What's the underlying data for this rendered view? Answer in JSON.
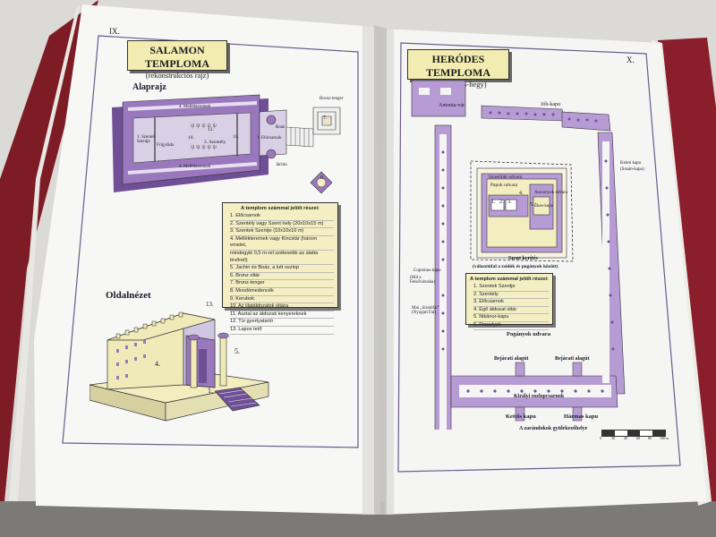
{
  "left_page": {
    "page_number": "IX.",
    "title": "SALAMON TEMPLOMA",
    "subtitle": "(rekonstrukciós rajz)",
    "floor_plan_heading": "Alaprajz",
    "side_view_heading": "Oldalnézet",
    "plan_labels": {
      "side_rooms_top": "4. Mellékteremek",
      "side_rooms_bottom": "4. Mellékteremek",
      "holy_place": "2. Szentély",
      "holy_of_holies": "1. Szentek Szentje",
      "ark": "Frigyláda",
      "vestibule": "1. Előcsarnok",
      "boaz": "Boáz",
      "jachin": "Jáchin",
      "num_10": "10.",
      "num_11": "11.",
      "num_12": "12.",
      "sea": "Bronz-tenger",
      "altar": "6.",
      "tank": "7."
    },
    "legend": {
      "header": "A templom számmal jelölt részei:",
      "items": [
        "1. Előcsarnok",
        "2. Szentély vagy Szent hely (20x10x15 m)",
        "3. Szentek Szentje (10x10x10 m)",
        "4. Mellékteremek vagy Kincstár (három emelet,",
        "   mindegyik 0,5 m-rel szélesebb az alatta lévőnél)",
        "5. Jachin és Boáz, a két oszlop",
        "6. Bronz oltár",
        "7. Bronz-tenger",
        "8. Mosdómedencék",
        "9. Kerubok",
        "10. Az illatáldozatok oltára",
        "11. Asztal az áldozati kenyereknek",
        "12. Tíz gyertyatartó",
        "13. Lapos tető"
      ]
    },
    "side_labels": {
      "n4": "4.",
      "n5": "5.",
      "n1": "1.",
      "n13": "13."
    }
  },
  "right_page": {
    "page_number": "X.",
    "title": "HERÓDES TEMPLOMA",
    "subtitle": "(a Templom-hegy)",
    "labels": {
      "antonia": "Antonia-vár",
      "job_gate": "Jób-kapu",
      "priests_court": "Papok udvara",
      "israel_court": "Izraeliták udvara",
      "womens_court": "Asszonyok udvara",
      "beautiful_gate": "Ékes-kapu",
      "soreg": "Szent kerítés",
      "soreg_sub": "(választófal a zsidók és pogányok között)",
      "coponius_gate": "Coponius-kapu",
      "coponius_sub": "(Híd a Felsővárosba)",
      "shushan_gate": "Keleti kapu",
      "shushan_sub": "(Susán-kapu)",
      "wilsons": "Mai „Siratófal” (Nyugati Fal)",
      "gentiles_court": "Pogányok udvara",
      "tunnel_1": "Bejárati alagút",
      "tunnel_2": "Bejárati alagút",
      "royal_stoa": "Királyi oszlopcsarnok",
      "double_gate": "Kettős kapu",
      "triple_gate": "Hármas kapu",
      "assembly": "A zarándokok gyülekezőhelye",
      "n1": "1.",
      "n2": "2.",
      "n3": "3.",
      "n4": "4.",
      "n5": "5."
    },
    "legend": {
      "header": "A templom számmal jelölt részei:",
      "items": [
        "1. Szentek Szentje",
        "2. Szentély",
        "3. Előcsarnok",
        "4. Égő áldozat oltár",
        "5. Nikánor-kapu",
        "6. Perselyek"
      ]
    },
    "scale": [
      "0",
      "20",
      "40",
      "60",
      "80",
      "100 m"
    ]
  },
  "colors": {
    "purple": "#9a78bd",
    "purple_dark": "#6f4f95",
    "paper": "#f6f6f4",
    "legend_bg": "#f4efc2",
    "cover": "#8a1e2a"
  }
}
